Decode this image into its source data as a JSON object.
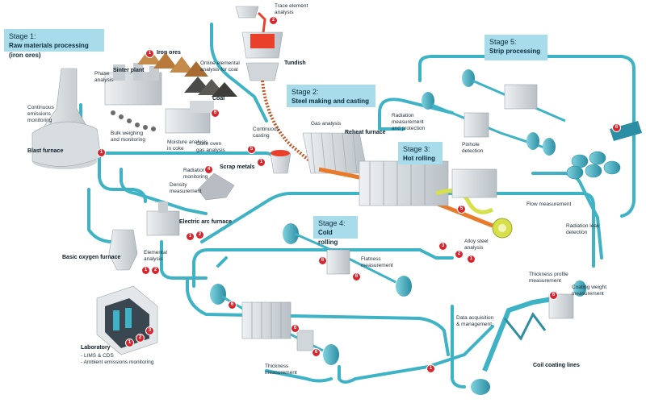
{
  "stages": {
    "s1": {
      "num": "Stage 1:",
      "title": "Raw materials processing (iron ores)"
    },
    "s2": {
      "num": "Stage 2:",
      "title": "Steel making and casting"
    },
    "s3": {
      "num": "Stage 3:",
      "title": "Hot rolling"
    },
    "s4": {
      "num": "Stage 4:",
      "title": "Cold rolling"
    },
    "s5": {
      "num": "Stage 5:",
      "title": "Strip processing"
    }
  },
  "labels": {
    "iron_ores": "Iron ores",
    "sinter_plant": "Sinter plant",
    "coal": "Coal",
    "online_analysis": "Online elemental\nanalysis for coal",
    "phase_analysis": "Phase\nanalysis",
    "continuous_emissions": "Continuous\nemissions\nmonitoring",
    "bulk_weighing": "Bulk weighing\nand monitoring",
    "moisture_analysis": "Moisture analysis\nin coke",
    "coke_oven": "Coke oven\ngas analysis",
    "blast_furnace": "Blast furnace",
    "trace_element": "Trace element\nanalysis",
    "tundish": "Tundish",
    "continuous_casting": "Continuous\ncasting",
    "gas_analysis": "Gas analysis",
    "reheat_furnace": "Reheat furnace",
    "scrap_metals": "Scrap metals",
    "radiation_monitoring": "Radiation\nmonitoring",
    "density_measurement": "Density\nmeasurement",
    "electric_arc": "Electric arc furnace",
    "elemental_analysis": "Elemental\nanalysis",
    "basic_oxygen": "Basic oxygen furnace",
    "radiation_measurement": "Radiation\nmeasurement\nand protection",
    "pinhole": "Pinhole\ndetection",
    "flow_measurement": "Flow measurement",
    "radiation_leak": "Radiation leak\ndetection",
    "alloy_steel": "Alloy steel\nanalysis",
    "flatness": "Flatness\nmeasurement",
    "thickness_profile": "Thickness profile\nmeasurement",
    "coating_weight": "Coating weight\nmeasurement",
    "data_acquisition": "Data acquisition\n& management",
    "thickness_measurement": "Thickness\nmeasurement",
    "coil_coating": "Coil coating lines",
    "laboratory": "Laboratory",
    "lab_item1": "- LIMS & CDS",
    "lab_item2": "- Ambient emissions monitoring"
  },
  "badges": {
    "n1": "1",
    "n2": "2",
    "n3": "3",
    "n4": "4",
    "n5": "5",
    "n6": "6"
  },
  "colors": {
    "pipe": "#3fb3c6",
    "stage_box": "#a8dcea",
    "badge": "#d7262e",
    "machine": "#d9dde0",
    "hot_metal": "#e8402a",
    "hot_strip": "#e87a2a",
    "coil_green": "#d6e04a"
  }
}
